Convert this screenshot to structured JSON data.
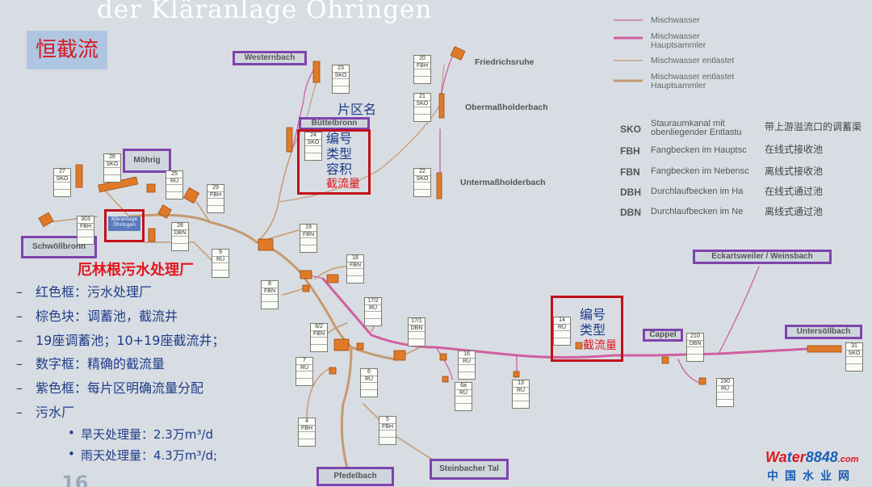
{
  "title": "der Kläranlage Öhringen",
  "main_label": "恒截流",
  "legend": [
    {
      "line1": "Mischwasser",
      "line2": "",
      "color": "#cf5fa0",
      "width": 1.3
    },
    {
      "line1": "Mischwasser",
      "line2": "Hauptsammler",
      "color": "#cf5fa0",
      "width": 3
    },
    {
      "line1": "Mischwasser entlastet",
      "line2": "",
      "color": "#c59a70",
      "width": 1.3
    },
    {
      "line1": "Mischwasser entlastet",
      "line2": "Hauptsammler",
      "color": "#c59a70",
      "width": 3
    }
  ],
  "abbreviations": [
    {
      "code": "SKO",
      "de1": "Stauraumkanal mit",
      "de2": "obenliegender Entlastu",
      "zh": "带上游溢流口的调蓄渠"
    },
    {
      "code": "FBH",
      "de1": "Fangbecken im Hauptsc",
      "de2": "",
      "zh": "在线式接收池"
    },
    {
      "code": "FBN",
      "de1": "Fangbecken im Nebensc",
      "de2": "",
      "zh": "离线式接收池"
    },
    {
      "code": "DBH",
      "de1": "Durchlaufbecken im Ha",
      "de2": "",
      "zh": "在线式通过池"
    },
    {
      "code": "DBN",
      "de1": "Durchlaufbecken im Ne",
      "de2": "",
      "zh": "离线式通过池"
    }
  ],
  "zones": [
    "Westernbach",
    "Möhrig",
    "Schwöllbronn",
    "Büttelbronn",
    "Eckartsweiler / Weinsbach",
    "Cappel",
    "Untersöllbach",
    "Pfedelbach",
    "Steinbacher Tal"
  ],
  "sub_areas": [
    "Friedrichsruhe",
    "Obermaßholderbach",
    "Untermaßholderbach"
  ],
  "plant_box_text": "Kläranlage Öhringen",
  "annotations": {
    "area_name": "片区名",
    "box1": {
      "l1": "编号",
      "l2": "类型",
      "l3": "容积",
      "l4": "截流量"
    },
    "box2": {
      "l1": "编号",
      "l2": "类型",
      "l3": "截流量"
    }
  },
  "plant_label": "厄林根污水处理厂",
  "bullets": [
    "红色框：污水处理厂",
    "棕色块：调蓄池，截流井",
    "19座调蓄池；10+19座截流井；",
    "数字框：精确的截流量",
    "紫色框：每片区明确流量分配",
    "污水厂"
  ],
  "sub_bullets": [
    "旱天处理量：2.3万m³/d",
    "雨天处理量：4.3万m³/d;"
  ],
  "page_number": "16",
  "cards": [
    {
      "id": "23",
      "type": "SKO"
    },
    {
      "id": "20",
      "type": "FBH"
    },
    {
      "id": "21",
      "type": "SKO"
    },
    {
      "id": "22",
      "type": "SKO"
    },
    {
      "id": "24",
      "type": "SKO"
    },
    {
      "id": "26",
      "type": "SKO"
    },
    {
      "id": "27",
      "type": "SKO"
    },
    {
      "id": "25",
      "type": "RÜ"
    },
    {
      "id": "29",
      "type": "FBH"
    },
    {
      "id": "303",
      "type": "FBH"
    },
    {
      "id": "28",
      "type": "DBN"
    },
    {
      "id": "19",
      "type": "FBN"
    },
    {
      "id": "9",
      "type": "RÜ"
    },
    {
      "id": "18",
      "type": "FBN"
    },
    {
      "id": "8",
      "type": "FBN"
    },
    {
      "id": "17/2",
      "type": "RÜ"
    },
    {
      "id": "6/2",
      "type": "FBN"
    },
    {
      "id": "17/1",
      "type": "DBN"
    },
    {
      "id": "7",
      "type": "RÜ"
    },
    {
      "id": "16",
      "type": "RÜ"
    },
    {
      "id": "6",
      "type": "RÜ"
    },
    {
      "id": "6a",
      "type": "RÜ"
    },
    {
      "id": "13",
      "type": "RÜ"
    },
    {
      "id": "14",
      "type": "RÜ"
    },
    {
      "id": "210",
      "type": "DBN"
    },
    {
      "id": "190",
      "type": "RÜ"
    },
    {
      "id": "31",
      "type": "SKO"
    },
    {
      "id": "4",
      "type": "FBH"
    },
    {
      "id": "5",
      "type": "FBH"
    }
  ],
  "watermark": {
    "red1": "Wa",
    "blue1": "t",
    "red2": "er",
    "blue2": "8848",
    "tld": ".com",
    "cn": "中国水业网"
  },
  "colors": {
    "mix": "#cf5fa0",
    "relieved": "#c59a70",
    "basin": "#e07a28",
    "zone_border": "#7e44ad",
    "red_box": "#c1111a",
    "text_blue": "#1f3c88"
  }
}
